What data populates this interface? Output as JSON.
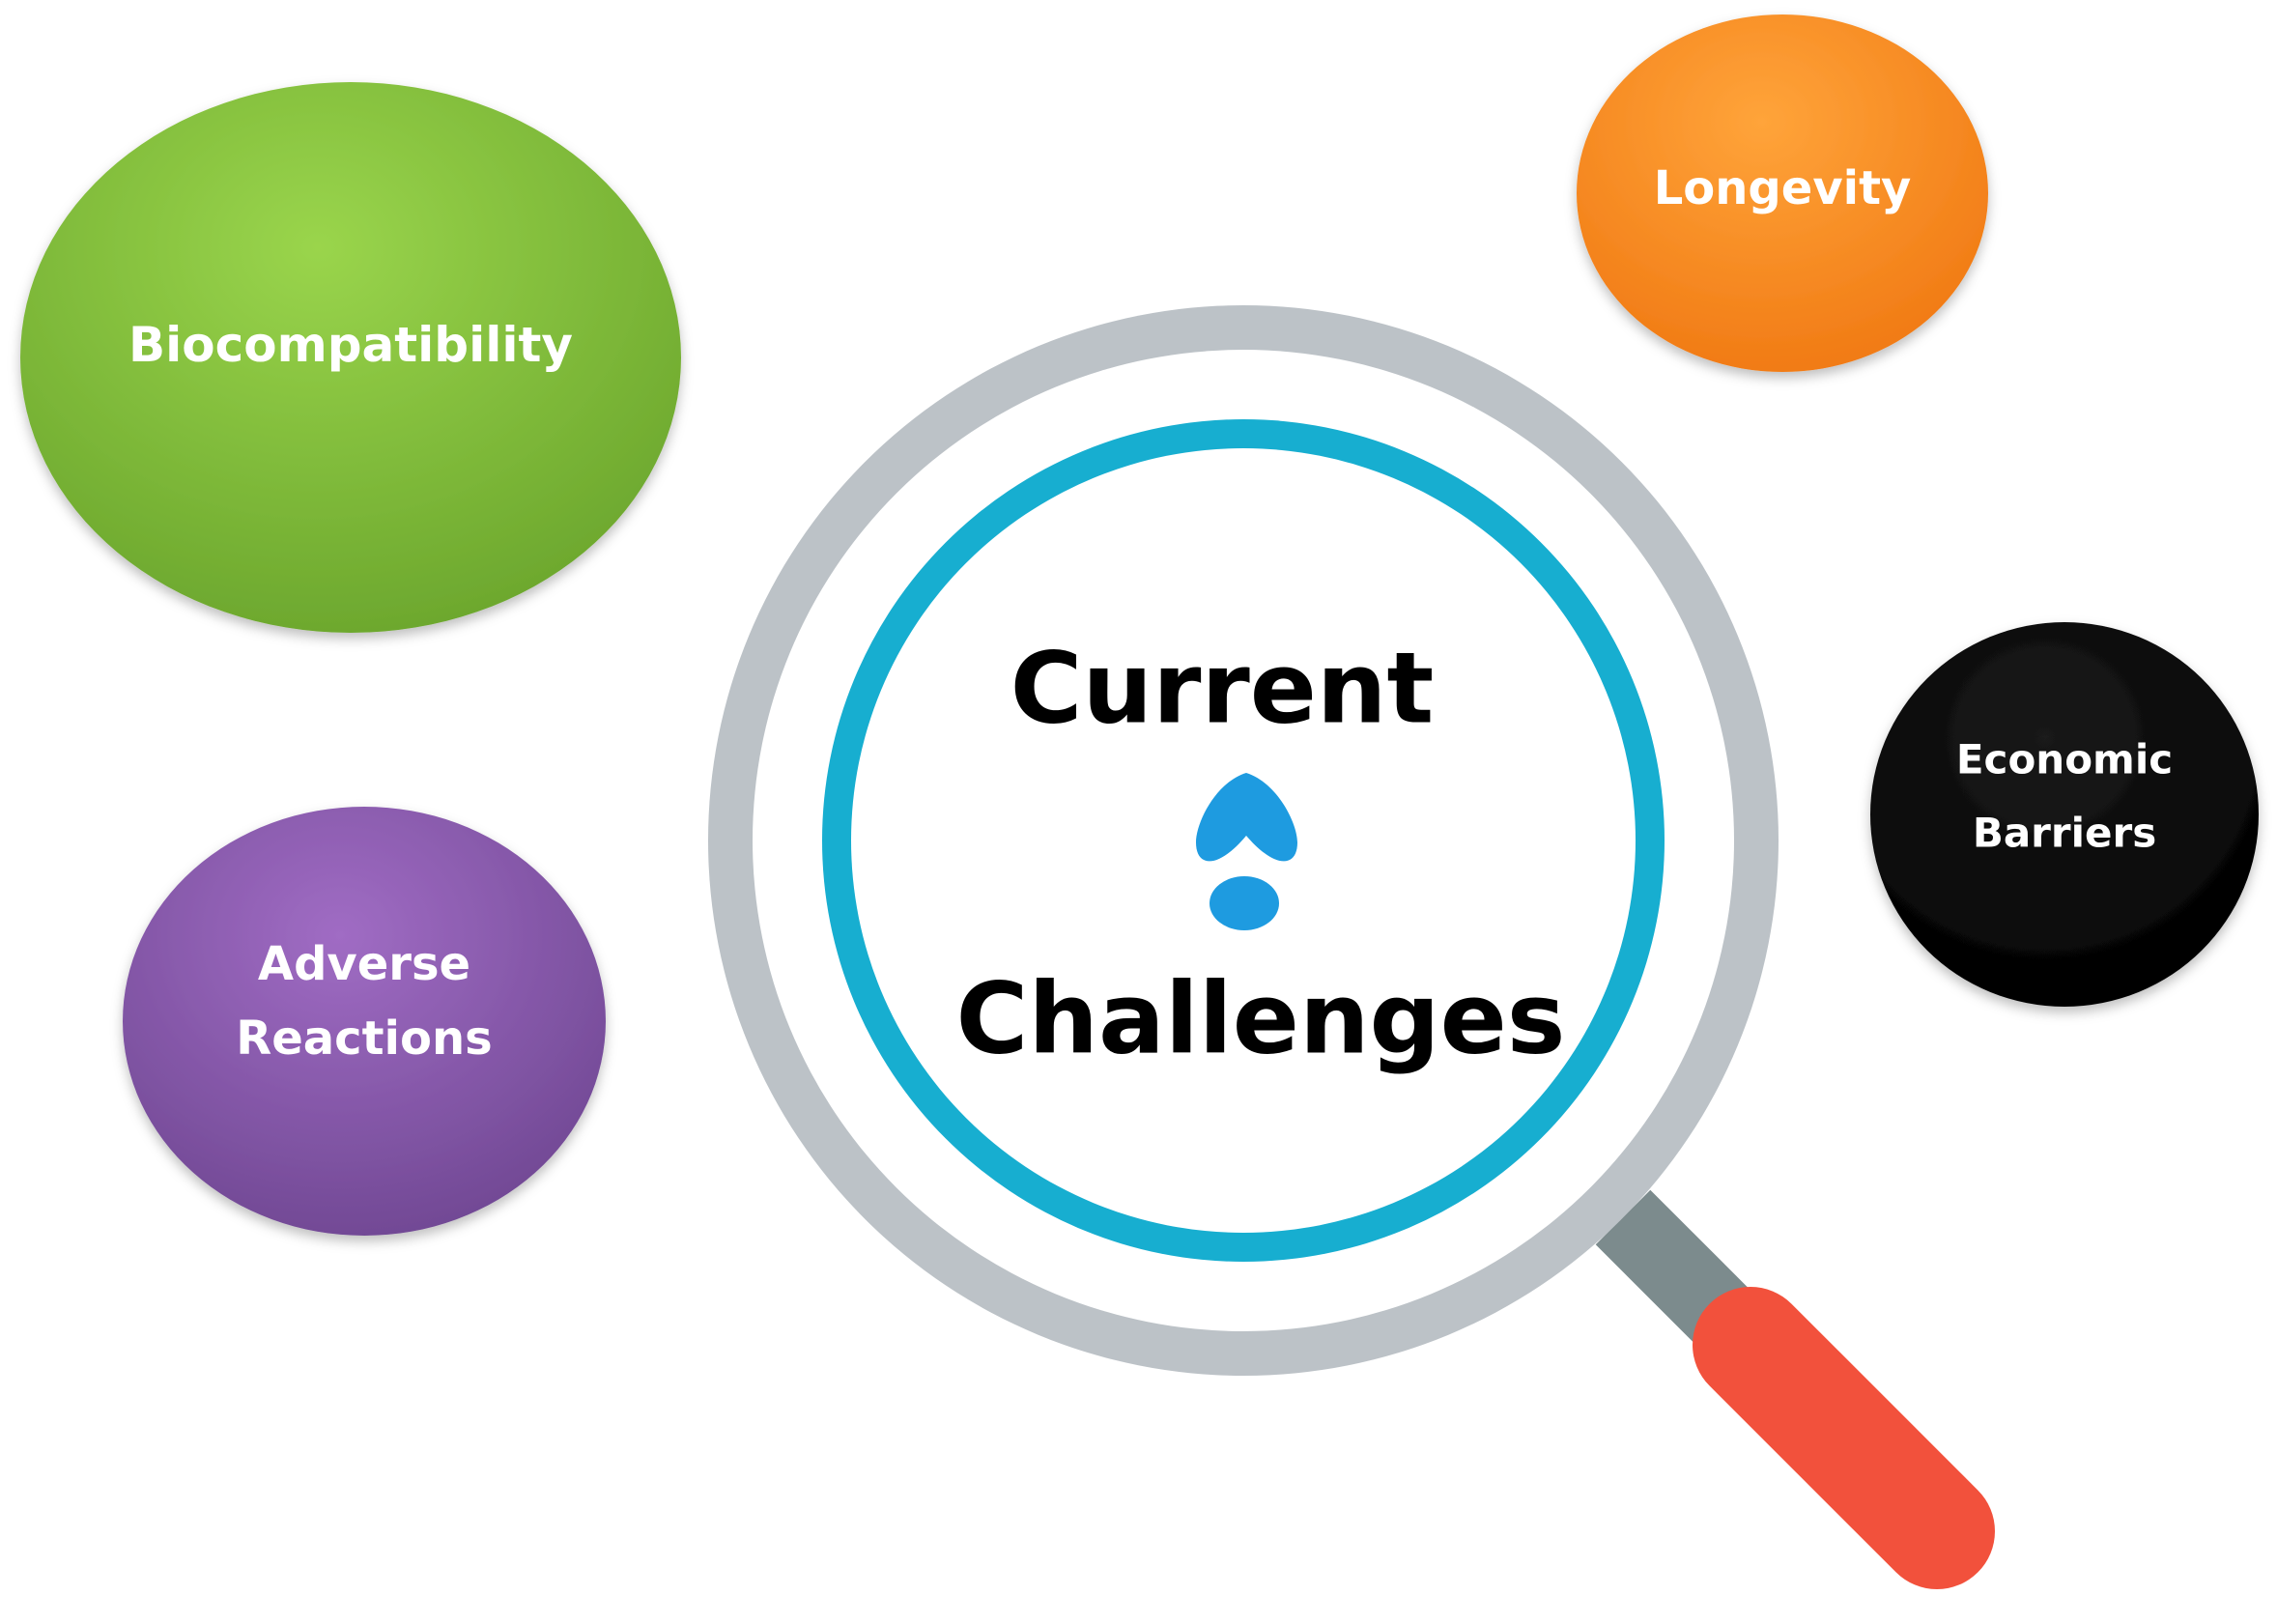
{
  "center": {
    "line1": "Current",
    "line2": "Challenges",
    "mark_icon": "exclamation-mark-icon",
    "mark_color": "#1e9be0"
  },
  "magnifier": {
    "icon": "magnifying-glass-icon",
    "frame_color": "#bcc2c7",
    "inner_ring_color": "#17aed0",
    "handle_neck_color": "#7c8b8d",
    "handle_grip_color": "#f2513c"
  },
  "bubbles": {
    "biocompatibility": {
      "label": "Biocompatibility",
      "color": "#7fbf35"
    },
    "longevity": {
      "label": "Longevity",
      "color": "#fa8a1e"
    },
    "economic": {
      "line1": "Economic",
      "line2": "Barriers",
      "color": "#000000"
    },
    "adverse": {
      "line1": "Adverse",
      "line2": "Reactions",
      "color": "#8356a6"
    }
  }
}
